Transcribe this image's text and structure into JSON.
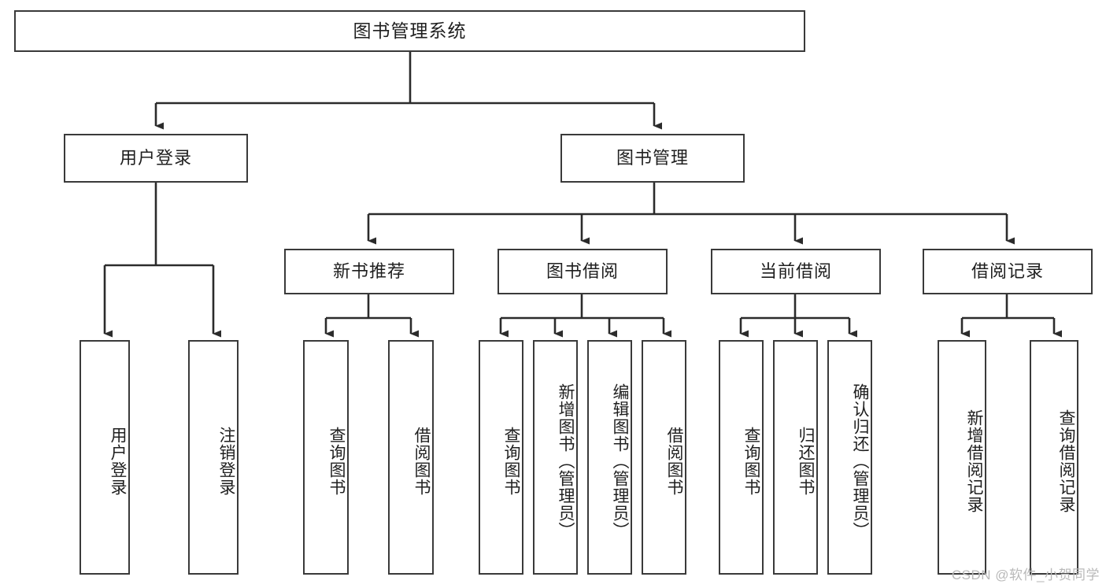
{
  "diagram": {
    "type": "tree",
    "title": "图书管理系统",
    "orientation": "top-down",
    "watermark": "CSDN @软件_小贺同学",
    "colors": {
      "background": "#ffffff",
      "box_border": "#3a3a3a",
      "box_fill": "#ffffff",
      "edge": "#2b2b2b",
      "text": "#1f1f1f",
      "watermark": "#b9b9b9"
    },
    "levels": [
      {
        "level": 1,
        "nodes": [
          {
            "id": "root",
            "label": "图书管理系统",
            "text_direction": "horizontal"
          }
        ]
      },
      {
        "level": 2,
        "nodes": [
          {
            "id": "login",
            "label": "用户登录",
            "text_direction": "horizontal",
            "parent": "root"
          },
          {
            "id": "bookmgmt",
            "label": "图书管理",
            "text_direction": "horizontal",
            "parent": "root"
          }
        ]
      },
      {
        "level": 3,
        "nodes": [
          {
            "id": "newbook",
            "label": "新书推荐",
            "text_direction": "horizontal",
            "parent": "bookmgmt"
          },
          {
            "id": "borrow",
            "label": "图书借阅",
            "text_direction": "horizontal",
            "parent": "bookmgmt"
          },
          {
            "id": "current",
            "label": "当前借阅",
            "text_direction": "horizontal",
            "parent": "bookmgmt"
          },
          {
            "id": "records",
            "label": "借阅记录",
            "text_direction": "horizontal",
            "parent": "bookmgmt"
          }
        ]
      },
      {
        "level": 4,
        "nodes": [
          {
            "id": "leaf-user-login",
            "label": "用户登录",
            "text_direction": "vertical",
            "parent": "login"
          },
          {
            "id": "leaf-user-logout",
            "label": "注销登录",
            "text_direction": "vertical",
            "parent": "login"
          },
          {
            "id": "leaf-newbook-query",
            "label": "查询图书",
            "text_direction": "vertical",
            "parent": "newbook"
          },
          {
            "id": "leaf-newbook-borrow",
            "label": "借阅图书",
            "text_direction": "vertical",
            "parent": "newbook"
          },
          {
            "id": "leaf-borrow-query",
            "label": "查询图书",
            "text_direction": "vertical",
            "parent": "borrow"
          },
          {
            "id": "leaf-borrow-add",
            "label": "新增图书（管理员）",
            "text_direction": "vertical",
            "parent": "borrow"
          },
          {
            "id": "leaf-borrow-edit",
            "label": "编辑图书（管理员）",
            "text_direction": "vertical",
            "parent": "borrow"
          },
          {
            "id": "leaf-borrow-lend",
            "label": "借阅图书",
            "text_direction": "vertical",
            "parent": "borrow"
          },
          {
            "id": "leaf-current-query",
            "label": "查询图书",
            "text_direction": "vertical",
            "parent": "current"
          },
          {
            "id": "leaf-current-return",
            "label": "归还图书",
            "text_direction": "vertical",
            "parent": "current"
          },
          {
            "id": "leaf-current-confirm",
            "label": "确认归还（管理员）",
            "text_direction": "vertical",
            "parent": "current"
          },
          {
            "id": "leaf-records-add",
            "label": "新增借阅记录",
            "text_direction": "vertical",
            "parent": "records"
          },
          {
            "id": "leaf-records-query",
            "label": "查询借阅记录",
            "text_direction": "vertical",
            "parent": "records"
          }
        ]
      }
    ],
    "edges": [
      {
        "from": "root",
        "to": "login"
      },
      {
        "from": "root",
        "to": "bookmgmt"
      },
      {
        "from": "login",
        "to": "leaf-user-login"
      },
      {
        "from": "login",
        "to": "leaf-user-logout"
      },
      {
        "from": "bookmgmt",
        "to": "newbook"
      },
      {
        "from": "bookmgmt",
        "to": "borrow"
      },
      {
        "from": "bookmgmt",
        "to": "current"
      },
      {
        "from": "bookmgmt",
        "to": "records"
      },
      {
        "from": "newbook",
        "to": "leaf-newbook-query"
      },
      {
        "from": "newbook",
        "to": "leaf-newbook-borrow"
      },
      {
        "from": "borrow",
        "to": "leaf-borrow-query"
      },
      {
        "from": "borrow",
        "to": "leaf-borrow-add"
      },
      {
        "from": "borrow",
        "to": "leaf-borrow-edit"
      },
      {
        "from": "borrow",
        "to": "leaf-borrow-lend"
      },
      {
        "from": "current",
        "to": "leaf-current-query"
      },
      {
        "from": "current",
        "to": "leaf-current-return"
      },
      {
        "from": "current",
        "to": "leaf-current-confirm"
      },
      {
        "from": "records",
        "to": "leaf-records-add"
      },
      {
        "from": "records",
        "to": "leaf-records-query"
      }
    ]
  }
}
